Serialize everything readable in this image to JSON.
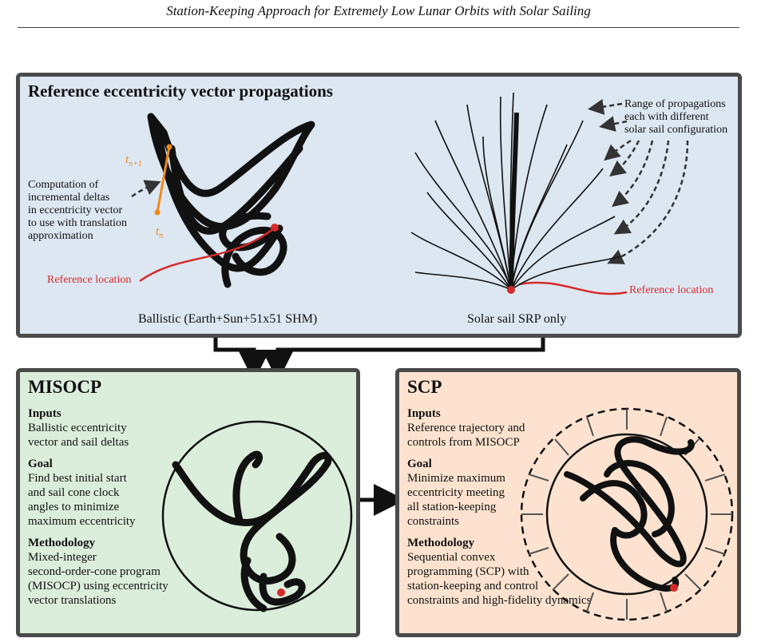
{
  "header": {
    "title": "Station-Keeping Approach for Extremely Low Lunar Orbits with Solar Sailing"
  },
  "reference_panel": {
    "title": "Reference eccentricity vector propagations",
    "left_caption": "Ballistic (Earth+Sun+51x51 SHM)",
    "right_caption": "Solar sail SRP only",
    "annotation_deltas": "Computation of\nincremental deltas\nin eccentricity vector\nto use with translation\napproximation",
    "label_tn1": "t",
    "label_tn1_sub": "n+1",
    "label_tn": "t",
    "label_tn_sub": "n",
    "reference_location_left": "Reference location",
    "reference_location_right": "Reference location",
    "annotation_range": "Range of propagations\neach with different\nsolar sail configuration"
  },
  "misocp_panel": {
    "title": "MISOCP",
    "sections": [
      {
        "heading": "Inputs",
        "body": "Ballistic eccentricity\nvector and sail deltas"
      },
      {
        "heading": "Goal",
        "body": "Find best initial start\nand sail cone clock\nangles to minimize\nmaximum eccentricity"
      },
      {
        "heading": "Methodology",
        "body": "Mixed-integer\nsecond-order-cone program\n(MISOCP) using eccentricity\nvector translations"
      }
    ]
  },
  "scp_panel": {
    "title": "SCP",
    "sections": [
      {
        "heading": "Inputs",
        "body": "Reference trajectory and\ncontrols from MISOCP"
      },
      {
        "heading": "Goal",
        "body": "Minimize maximum\neccentricity meeting\nall station-keeping\nconstraints"
      },
      {
        "heading": "Methodology",
        "body": "Sequential convex\nprogramming (SCP) with\nstation-keeping and control\nconstraints and high-fidelity dynamics"
      }
    ]
  },
  "colors": {
    "reference_red": "#d62a2a",
    "highlight_orange": "#ef8a1a",
    "frame_gray": "#4a4a4a",
    "blue_bg": "#dce7f2",
    "green_bg": "#dbeedb",
    "orange_bg": "#fde3cf"
  }
}
